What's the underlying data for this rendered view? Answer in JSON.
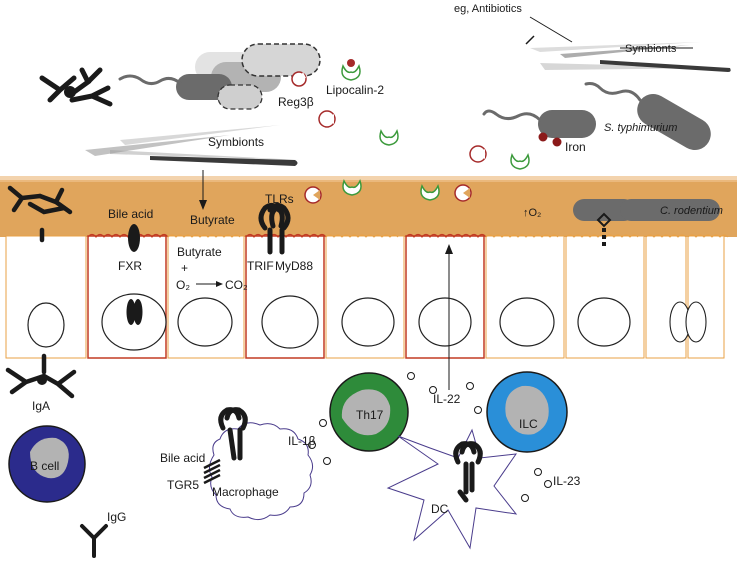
{
  "labels": {
    "eg_antibiotics": "eg, Antibiotics",
    "symbionts_crossed": "Symbionts",
    "symbionts": "Symbionts",
    "reg3b": "Reg3β",
    "lipocalin2": "Lipocalin-2",
    "s_typhimurium": "S. typhimurium",
    "iron": "Iron",
    "bile_acid_top": "Bile acid",
    "butyrate_top": "Butyrate",
    "tlrs": "TLRs",
    "o2_up": "↑O₂",
    "c_rodentium": "C. rodentium",
    "fxr": "FXR",
    "butyrate_cell": "Butyrate",
    "plus": "+",
    "o2": "O₂",
    "co2": "CO₂",
    "trif": "TRIF",
    "myd88": "MyD88",
    "iga": "IgA",
    "il22": "IL-22",
    "th17": "Th17",
    "ilc": "ILC",
    "il1b": "IL-1β",
    "bile_acid_low": "Bile acid",
    "tgr5": "TGR5",
    "macrophage": "Macrophage",
    "b_cell": "B cell",
    "igg": "IgG",
    "dc": "DC",
    "il23": "IL-23"
  },
  "colors": {
    "mucus": "#e0a55c",
    "epithelium_border": "#e8a146",
    "activated_border": "#c23b22",
    "th17": "#2e8b3a",
    "ilc": "#2a8fd8",
    "b_cell": "#2b2b8c",
    "dc_border": "#4a3c8c",
    "cell_core": "#b3b3b3",
    "receptor": "#1a1a1a",
    "reg3b": "#a52a2a",
    "lipocalin": "#3c9a3c",
    "iron": "#a52a2a",
    "bacteria": "#6b6b6b"
  }
}
